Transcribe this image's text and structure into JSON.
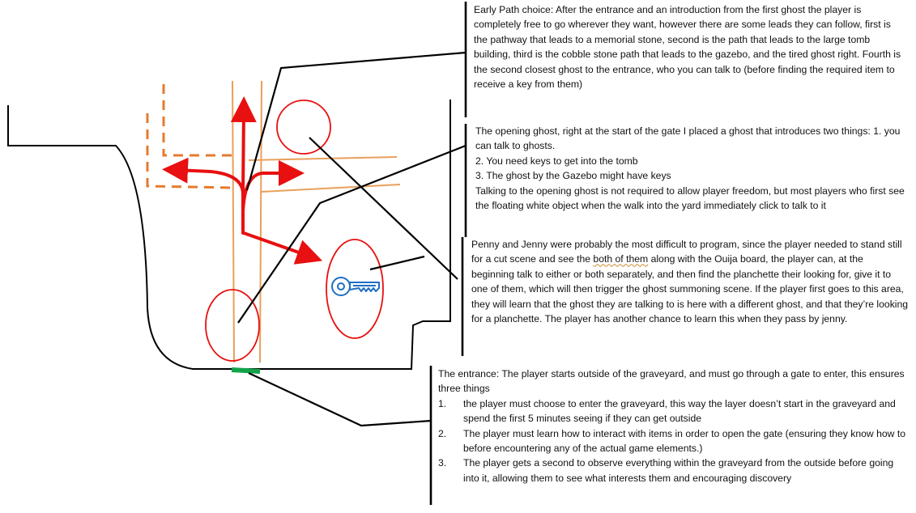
{
  "notes": {
    "early_path": "Early Path choice: After the entrance and an introduction from the first ghost the player is completely free to go wherever they want, however there are some leads they can follow, first is the pathway that leads to a memorial stone, second is the path that leads to the large tomb building, third is the cobble stone path that leads to the gazebo, and the tired ghost right. Fourth is the second closest ghost to the entrance, who you can talk to (before finding the required item to receive a key from them)",
    "opening_ghost": {
      "intro": "The opening ghost, right at the start of the gate I placed a ghost that introduces two things: 1. you can talk to ghosts.",
      "line2": "2. You need keys to get into the tomb",
      "line3": "3. The ghost by the Gazebo might have keys",
      "line4": "Talking to the opening ghost is not required to allow player freedom, but most players who first see the floating white object when the walk into the yard immediately click to talk to it"
    },
    "penny_jenny": {
      "before": "Penny and Jenny were probably the most difficult to program, since the player needed to stand still for a cut scene and see the ",
      "underlined": "both of them",
      "after": " along with the Ouija board, the player can, at the beginning talk to either or both separately, and then find the planchette their looking for, give it to one of them, which will then trigger the ghost summoning scene. If the player first goes to this area, they will learn that the ghost they are talking to is here with a different ghost, and that they’re looking for a planchette. The player has another chance to learn this when they pass by jenny."
    },
    "entrance": {
      "intro": "The entrance: The player starts outside of the graveyard, and must go through a gate to enter, this ensures three things",
      "items": [
        {
          "num": "1.",
          "text": "the player must choose to enter the graveyard, this way the layer doesn’t start in the graveyard and spend the first 5 minutes seeing if they can get outside"
        },
        {
          "num": "2.",
          "text": "The player must learn how to interact with items in order to open the gate (ensuring they know how to before encountering any of the actual game elements.)"
        },
        {
          "num": "3.",
          "text": "The player gets a second to observe everything within the graveyard from the outside before going into it, allowing them to see what interests them and encouraging discovery"
        }
      ]
    }
  },
  "colors": {
    "outline": "#000000",
    "path_line": "#e8a05c",
    "dashed_path": "#e67a2e",
    "arrow": "#e81010",
    "circle": "#e81010",
    "key": "#1f6fc4",
    "gate": "#13a34a"
  },
  "icons": [
    "key-icon"
  ]
}
